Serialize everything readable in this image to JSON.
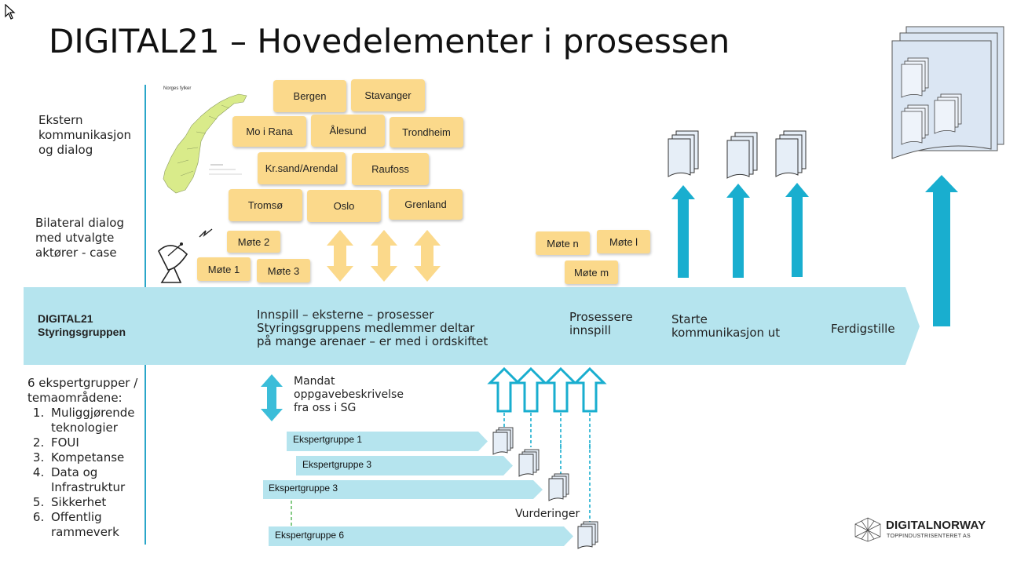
{
  "title": "DIGITAL21 – Hovedelementer i prosessen",
  "left_labels": {
    "ekstern": [
      "Ekstern",
      "kommunikasjon",
      "og dialog"
    ],
    "bilateral": [
      "Bilateral dialog",
      "med utvalgte",
      "aktører - case"
    ],
    "styring": [
      "DIGITAL21",
      "Styringsgruppen"
    ],
    "ekspert_heading": [
      "6 ekspertgrupper /",
      "temaområdene:"
    ],
    "ekspert_items": [
      "Muliggjørende teknologier",
      "FOUI",
      "Kompetanse",
      "Data og Infrastruktur",
      "Sikkerhet",
      "Offentlig rammeverk"
    ]
  },
  "map": {
    "title": "Norges fylker"
  },
  "cities": [
    "Bergen",
    "Stavanger",
    "Mo i Rana",
    "Ålesund",
    "Trondheim",
    "Kr.sand/Arendal",
    "Raufoss",
    "Tromsø",
    "Oslo",
    "Grenland"
  ],
  "meetings": [
    "Møte 2",
    "Møte 1",
    "Møte 3",
    "Møte n",
    "Møte l",
    "Møte m"
  ],
  "band": {
    "innspill": [
      "Innspill  – eksterne – prosesser",
      "Styringsgruppens medlemmer deltar",
      "på mange arenaer – er med i ordskiftet"
    ],
    "prosessere": [
      "Prosessere",
      "innspill"
    ],
    "starte": [
      "Starte",
      "kommunikasjon ut"
    ],
    "ferdigstille": "Ferdigstille"
  },
  "mandat": [
    "Mandat",
    "oppgavebeskrivelse",
    "fra oss i SG"
  ],
  "expert_groups": [
    "Ekspertgruppe 1",
    "Ekspertgruppe 3",
    "Ekspertgruppe 3",
    "Ekspertgruppe 6"
  ],
  "vurderinger": "Vurderinger",
  "logo": {
    "name": "DIGITALNORWAY",
    "sub": "TOPPINDUSTRISENTERET AS"
  },
  "colors": {
    "band": "#b5e4ee",
    "arrow": "#19aecf",
    "city": "#fbd98b",
    "vline": "#2aa6c9",
    "map": "#d9eb8a"
  }
}
